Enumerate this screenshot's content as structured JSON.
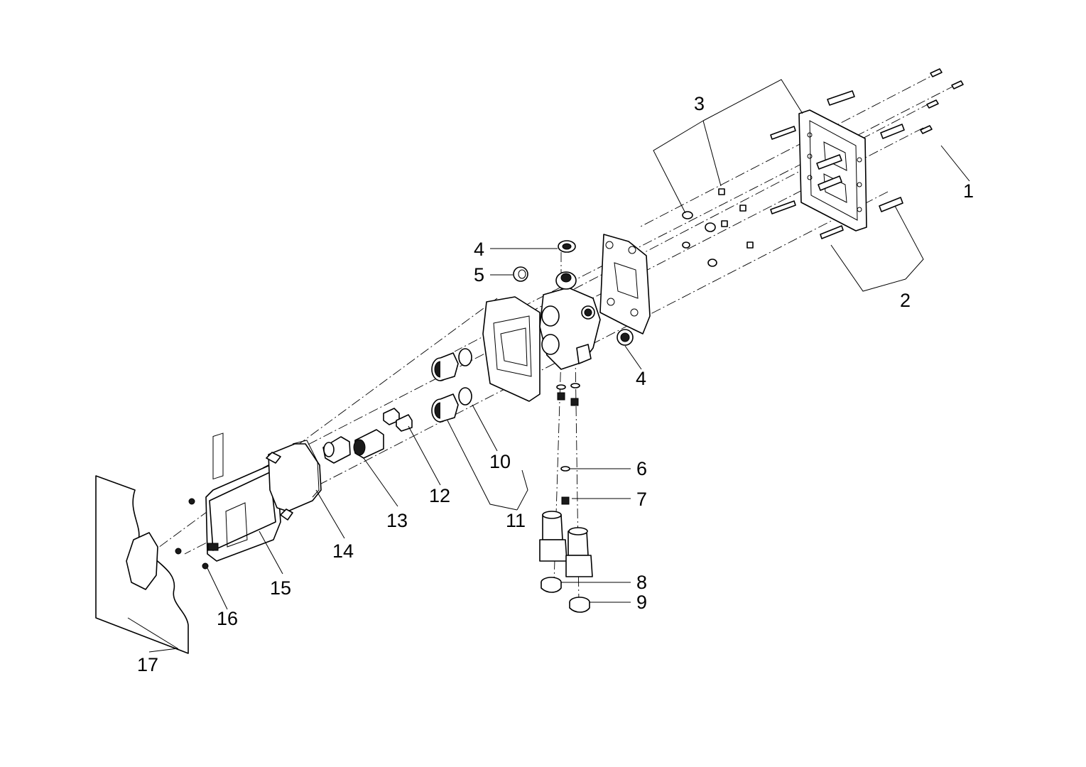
{
  "callouts": [
    {
      "id": "c1",
      "text": "1"
    },
    {
      "id": "c2",
      "text": "2"
    },
    {
      "id": "c3",
      "text": "3"
    },
    {
      "id": "c4a",
      "text": "4"
    },
    {
      "id": "c4b",
      "text": "4"
    },
    {
      "id": "c5",
      "text": "5"
    },
    {
      "id": "c6",
      "text": "6"
    },
    {
      "id": "c7",
      "text": "7"
    },
    {
      "id": "c8",
      "text": "8"
    },
    {
      "id": "c9",
      "text": "9"
    },
    {
      "id": "c10",
      "text": "10"
    },
    {
      "id": "c11",
      "text": "11"
    },
    {
      "id": "c12",
      "text": "12"
    },
    {
      "id": "c13",
      "text": "13"
    },
    {
      "id": "c14",
      "text": "14"
    },
    {
      "id": "c15",
      "text": "15"
    },
    {
      "id": "c16",
      "text": "16"
    },
    {
      "id": "c17",
      "text": "17"
    }
  ]
}
